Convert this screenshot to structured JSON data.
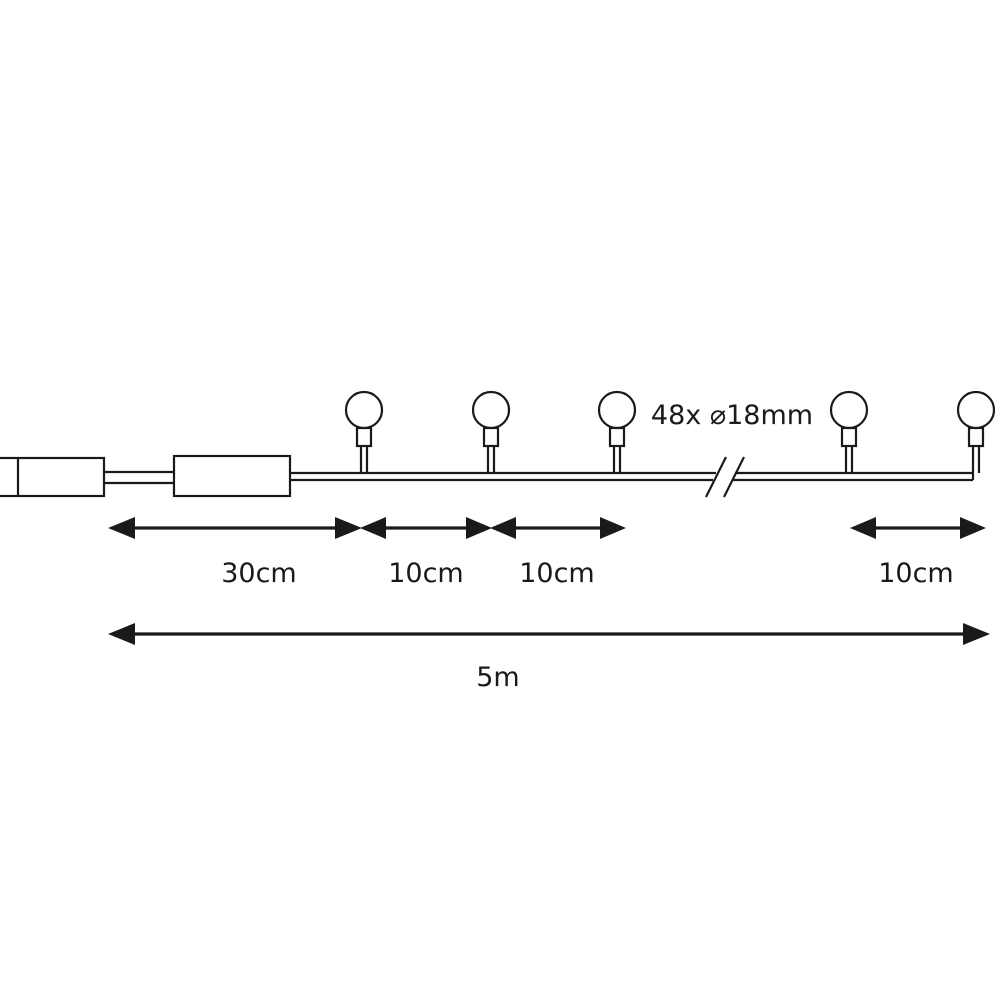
{
  "bulb_label": "48x ⌀18mm",
  "dimensions": {
    "lead": "30cm",
    "spacing_1": "10cm",
    "spacing_2": "10cm",
    "spacing_end": "10cm",
    "total": "5m"
  }
}
